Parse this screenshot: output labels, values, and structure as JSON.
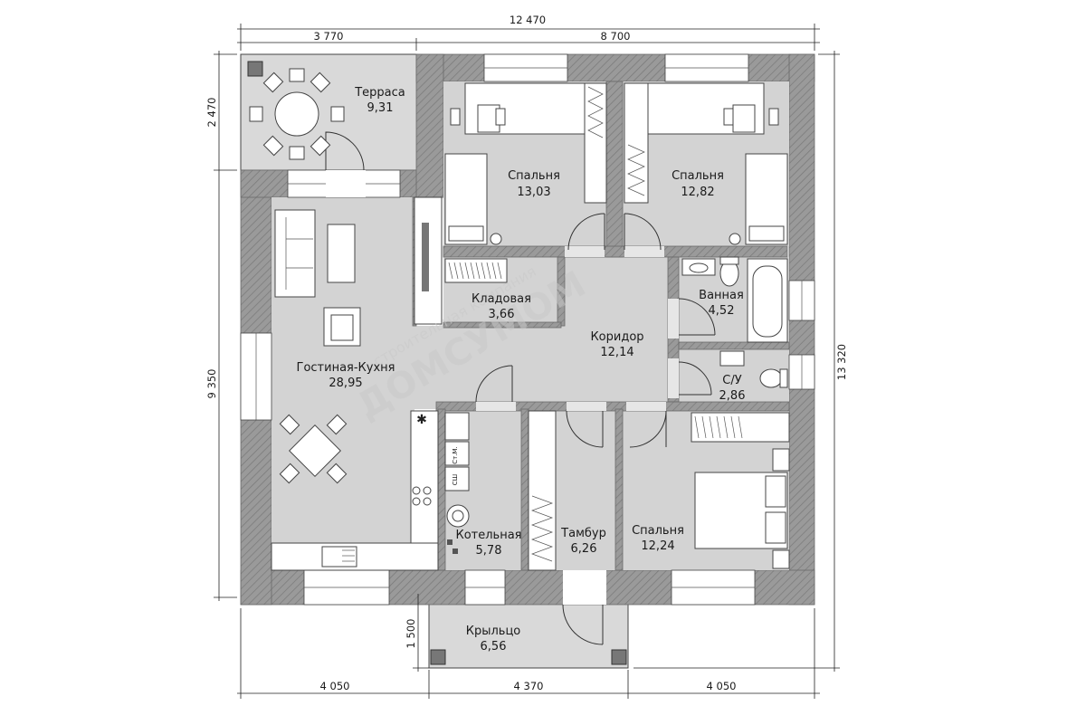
{
  "dimensions": {
    "top_total": "12 470",
    "top_left": "3 770",
    "top_right": "8 700",
    "bottom_left": "4 050",
    "bottom_mid": "4 370",
    "bottom_right": "4 050",
    "left_top": "2 470",
    "left_main": "9 350",
    "right_total": "13 320",
    "left_porch": "1 500"
  },
  "rooms": {
    "terrace": {
      "name": "Терраса",
      "area": "9,31"
    },
    "bedroom1": {
      "name": "Спальня",
      "area": "13,03"
    },
    "bedroom2": {
      "name": "Спальня",
      "area": "12,82"
    },
    "storage": {
      "name": "Кладовая",
      "area": "3,66"
    },
    "bathroom": {
      "name": "Ванная",
      "area": "4,52"
    },
    "corridor": {
      "name": "Коридор",
      "area": "12,14"
    },
    "living": {
      "name": "Гостиная-Кухня",
      "area": "28,95"
    },
    "wc": {
      "name": "С/У",
      "area": "2,86"
    },
    "boiler": {
      "name": "Котельная",
      "area": "5,78"
    },
    "vestibule": {
      "name": "Тамбур",
      "area": "6,26"
    },
    "bedroom3": {
      "name": "Спальня",
      "area": "12,24"
    },
    "porch": {
      "name": "Крыльцо",
      "area": "6,56"
    }
  },
  "appliances": {
    "washer": "Ст.М.",
    "dryer": "СШ"
  },
  "watermark": {
    "line1": "строительная компания",
    "line2": "ДОМСУМОМ"
  }
}
